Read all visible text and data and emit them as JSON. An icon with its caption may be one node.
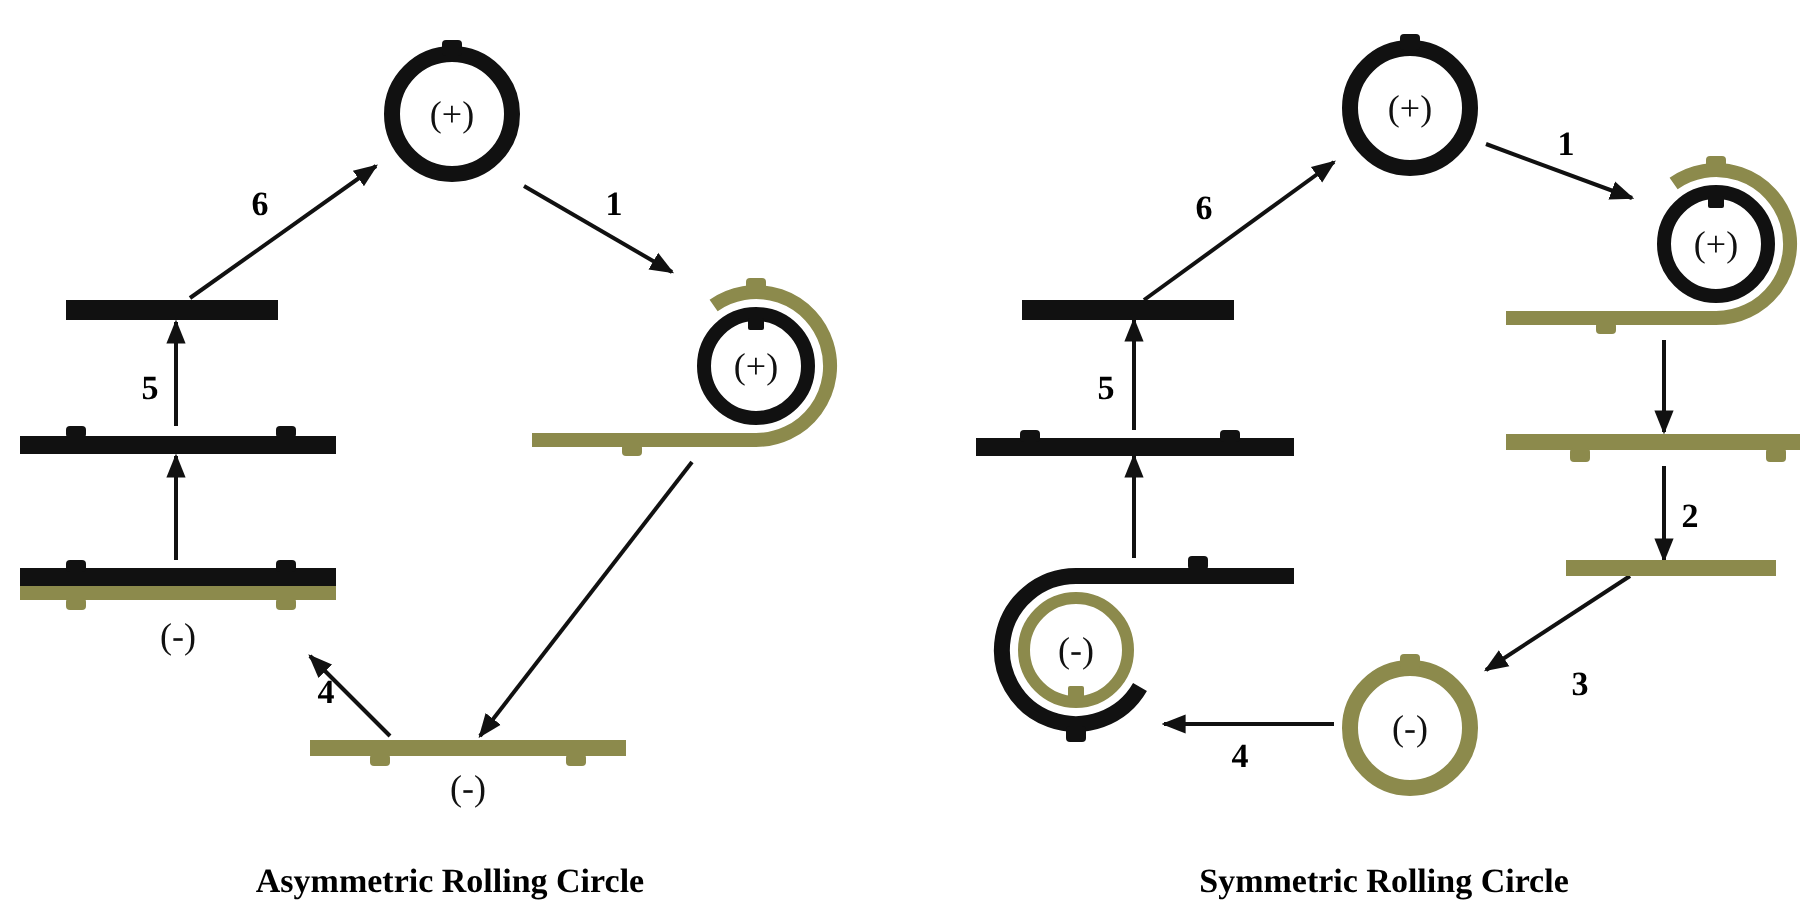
{
  "diagram": {
    "nodes": [
      {
        "text": [
          "(+)"
        ]
      },
      {
        "text": [
          "(+)"
        ]
      },
      {
        "text": [
          "(-)"
        ]
      },
      {
        "text": [
          "(-)"
        ]
      },
      {
        "text": [],
        "shape": "bar"
      },
      {
        "text": [],
        "shape": "bar"
      },
      {
        "text": [
          "(+)"
        ]
      },
      {
        "text": [
          "(+)"
        ]
      },
      {
        "text": [],
        "shape": "bar"
      },
      {
        "text": [],
        "shape": "bar"
      },
      {
        "text": [
          "(-)"
        ]
      },
      {
        "text": [
          "(-)"
        ]
      },
      {
        "text": [],
        "shape": "bar"
      },
      {
        "text": [],
        "shape": "bar"
      }
    ],
    "edges": [
      {
        "from": 0,
        "to": 1,
        "arrow": "to",
        "label": "1"
      },
      {
        "from": 1,
        "to": 2,
        "arrow": "to"
      },
      {
        "from": 2,
        "to": 3,
        "arrow": "to",
        "label": "4"
      },
      {
        "from": 3,
        "to": 4,
        "arrow": "to"
      },
      {
        "from": 4,
        "to": 5,
        "arrow": "to",
        "label": "5"
      },
      {
        "from": 5,
        "to": 0,
        "arrow": "to",
        "label": "6"
      },
      {
        "from": 6,
        "to": 7,
        "arrow": "to",
        "label": "1"
      },
      {
        "from": 7,
        "to": 8,
        "arrow": "to"
      },
      {
        "from": 8,
        "to": 9,
        "arrow": "to",
        "label": "2"
      },
      {
        "from": 9,
        "to": 10,
        "arrow": "to",
        "label": "3"
      },
      {
        "from": 10,
        "to": 11,
        "arrow": "to",
        "label": "4"
      },
      {
        "from": 11,
        "to": 12,
        "arrow": "to"
      },
      {
        "from": 12,
        "to": 13,
        "arrow": "to",
        "label": "5"
      },
      {
        "from": 13,
        "to": 6,
        "arrow": "to",
        "label": "6"
      }
    ],
    "labels": [
      "Asymmetric Rolling Circle",
      "Symmetric Rolling Circle"
    ]
  }
}
